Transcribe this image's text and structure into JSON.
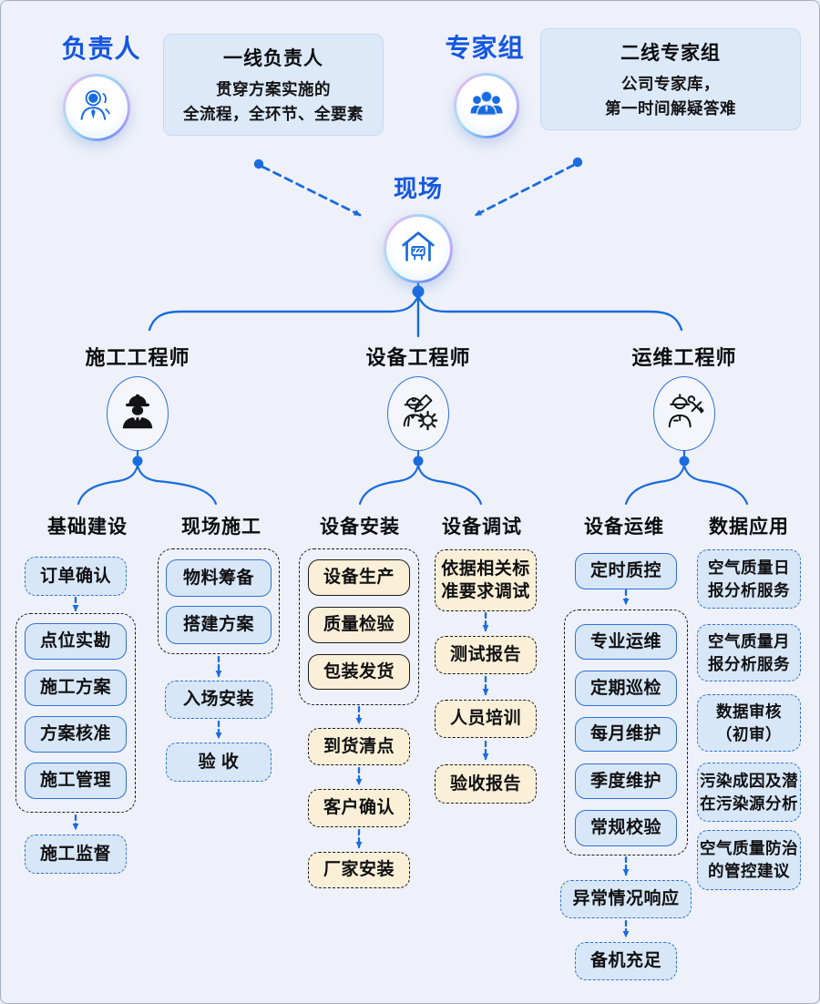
{
  "colors": {
    "page_bg": "#eef1f9",
    "accent_blue": "#1a6be0",
    "label_blue": "#1457e0",
    "light_blue_fill": "#d8e7f7",
    "top_card_fill": "#dce9f8",
    "cream_fill": "#faf0d8",
    "group_border": "#1b1b1d"
  },
  "header": {
    "leader": {
      "label": "负责人",
      "icon": "person-icon",
      "card_title": "一线负责人",
      "card_body": "贯穿方案实施的\n全流程，全环节、全要素"
    },
    "experts": {
      "label": "专家组",
      "icon": "team-icon",
      "card_title": "二线专家组",
      "card_body": "公司专家库，\n第一时间解疑答难"
    }
  },
  "site": {
    "label": "现场",
    "icon": "site-house-icon"
  },
  "engineers": [
    {
      "label": "施工工程师",
      "icon": "construction-engineer-icon"
    },
    {
      "label": "设备工程师",
      "icon": "equipment-engineer-icon"
    },
    {
      "label": "运维工程师",
      "icon": "maintenance-engineer-icon"
    }
  ],
  "columns": [
    {
      "header": "基础建设",
      "start": "订单确认",
      "group": [
        "点位实勘",
        "施工方案",
        "方案核准",
        "施工管理"
      ],
      "end": "施工监督"
    },
    {
      "header": "现场施工",
      "group": [
        "物料筹备",
        "搭建方案"
      ],
      "steps": [
        "入场安装",
        "验 收"
      ]
    },
    {
      "header": "设备安装",
      "group": [
        "设备生产",
        "质量检验",
        "包装发货"
      ],
      "steps": [
        "到货清点",
        "客户确认",
        "厂家安装"
      ]
    },
    {
      "header": "设备调试",
      "steps": [
        "依据相关标\n准要求调试",
        "测试报告",
        "人员培训",
        "验收报告"
      ]
    },
    {
      "header": "设备运维",
      "start": "定时质控",
      "group": [
        "专业运维",
        "定期巡检",
        "每月维护",
        "季度维护",
        "常规校验"
      ],
      "steps": [
        "异常情况响应",
        "备机充足"
      ]
    },
    {
      "header": "数据应用",
      "steps": [
        "空气质量日\n报分析服务",
        "空气质量月\n报分析服务",
        "数据审核\n（初审）",
        "污染成因及潜\n在污染源分析",
        "空气质量防治\n的管控建议"
      ]
    }
  ]
}
